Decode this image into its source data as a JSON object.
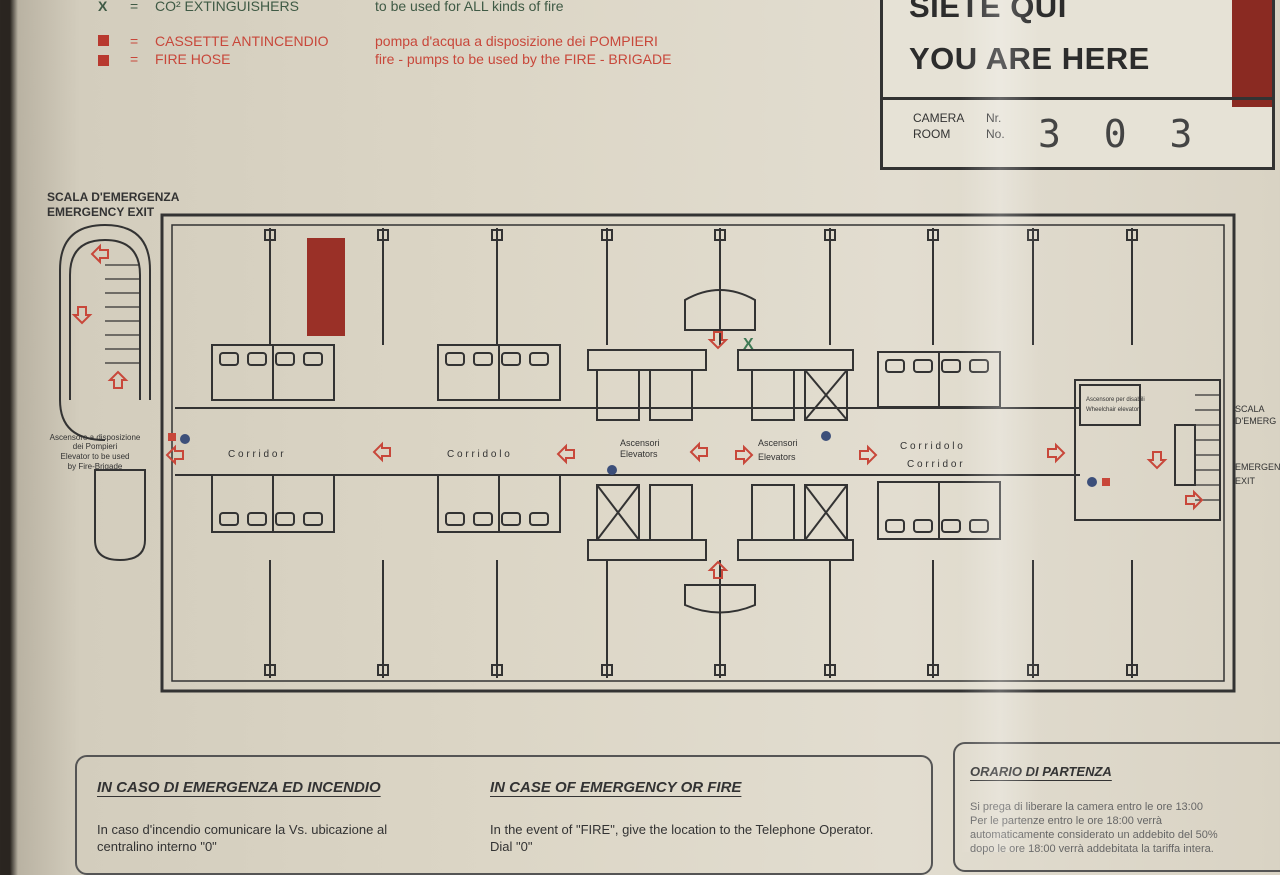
{
  "legend": {
    "co2_symbol": "X",
    "co2_label": "CO² EXTINGUISHERS",
    "co2_desc": "to be used for ALL kinds of fire",
    "hose_it_label": "CASSETTE ANTINCENDIO",
    "hose_it_desc": "pompa d'acqua a disposizione dei POMPIERI",
    "hose_en_label": "FIRE HOSE",
    "hose_en_desc": "fire - pumps to be used by  the FIRE - BRIGADE",
    "eq": "="
  },
  "you_are_here": {
    "it": "SIETE QUI",
    "en": "YOU ARE HERE",
    "camera_label": "CAMERA",
    "room_label": "ROOM",
    "nr_label": "Nr.",
    "no_label": "No.",
    "room_number": "3 0 3"
  },
  "plan": {
    "emergency_exit_it": "SCALA D'EMERGENZA",
    "emergency_exit_en": "EMERGENCY EXIT",
    "fire_elevator_it_1": "Ascensore a disposizione",
    "fire_elevator_it_2": "dei Pompieri",
    "fire_elevator_en_1": "Elevator to be used",
    "fire_elevator_en_2": "by Fire-Brigade",
    "corridor_1": "C o r r i d o r",
    "corridor_2": "C o r r i d o l o",
    "elevators_it": "Ascensori",
    "elevators_en": "Elevators",
    "corridor_3": "C o r r i d o l o",
    "corridor_4": "C o r r i d o r",
    "right_exit_1": "SCALA",
    "right_exit_2": "D'EMERG",
    "right_exit_3": "EMERGEN",
    "right_exit_4": "EXIT",
    "service_elevator_1": "Ascensore per disabili",
    "service_elevator_2": "Wheelchair elevator",
    "co2_mark": "X"
  },
  "instructions_it": {
    "title": "IN CASO DI EMERGENZA ED INCENDIO",
    "line1": "In caso d'incendio comunicare  la Vs. ubicazione al",
    "line2": "centralino interno \"0\""
  },
  "instructions_en": {
    "title": "IN CASE OF EMERGENCY OR FIRE",
    "line1": "In the event of \"FIRE\", give the location to the Telephone Operator.",
    "line2": "Dial \"0\""
  },
  "departure": {
    "title": "ORARIO DI PARTENZA",
    "line1": "Si prega di liberare la camera entro le ore 13:00",
    "line2": "Per le partenze entro le ore 18:00 verrà",
    "line3": "automaticamente considerato un addebito del 50%",
    "line4": "dopo le ore 18:00 verrà addebitata la tariffa intera."
  },
  "colors": {
    "red": "#c8473a",
    "green": "#3f5a45",
    "blue": "#3c4f7a",
    "wall": "#333333"
  }
}
